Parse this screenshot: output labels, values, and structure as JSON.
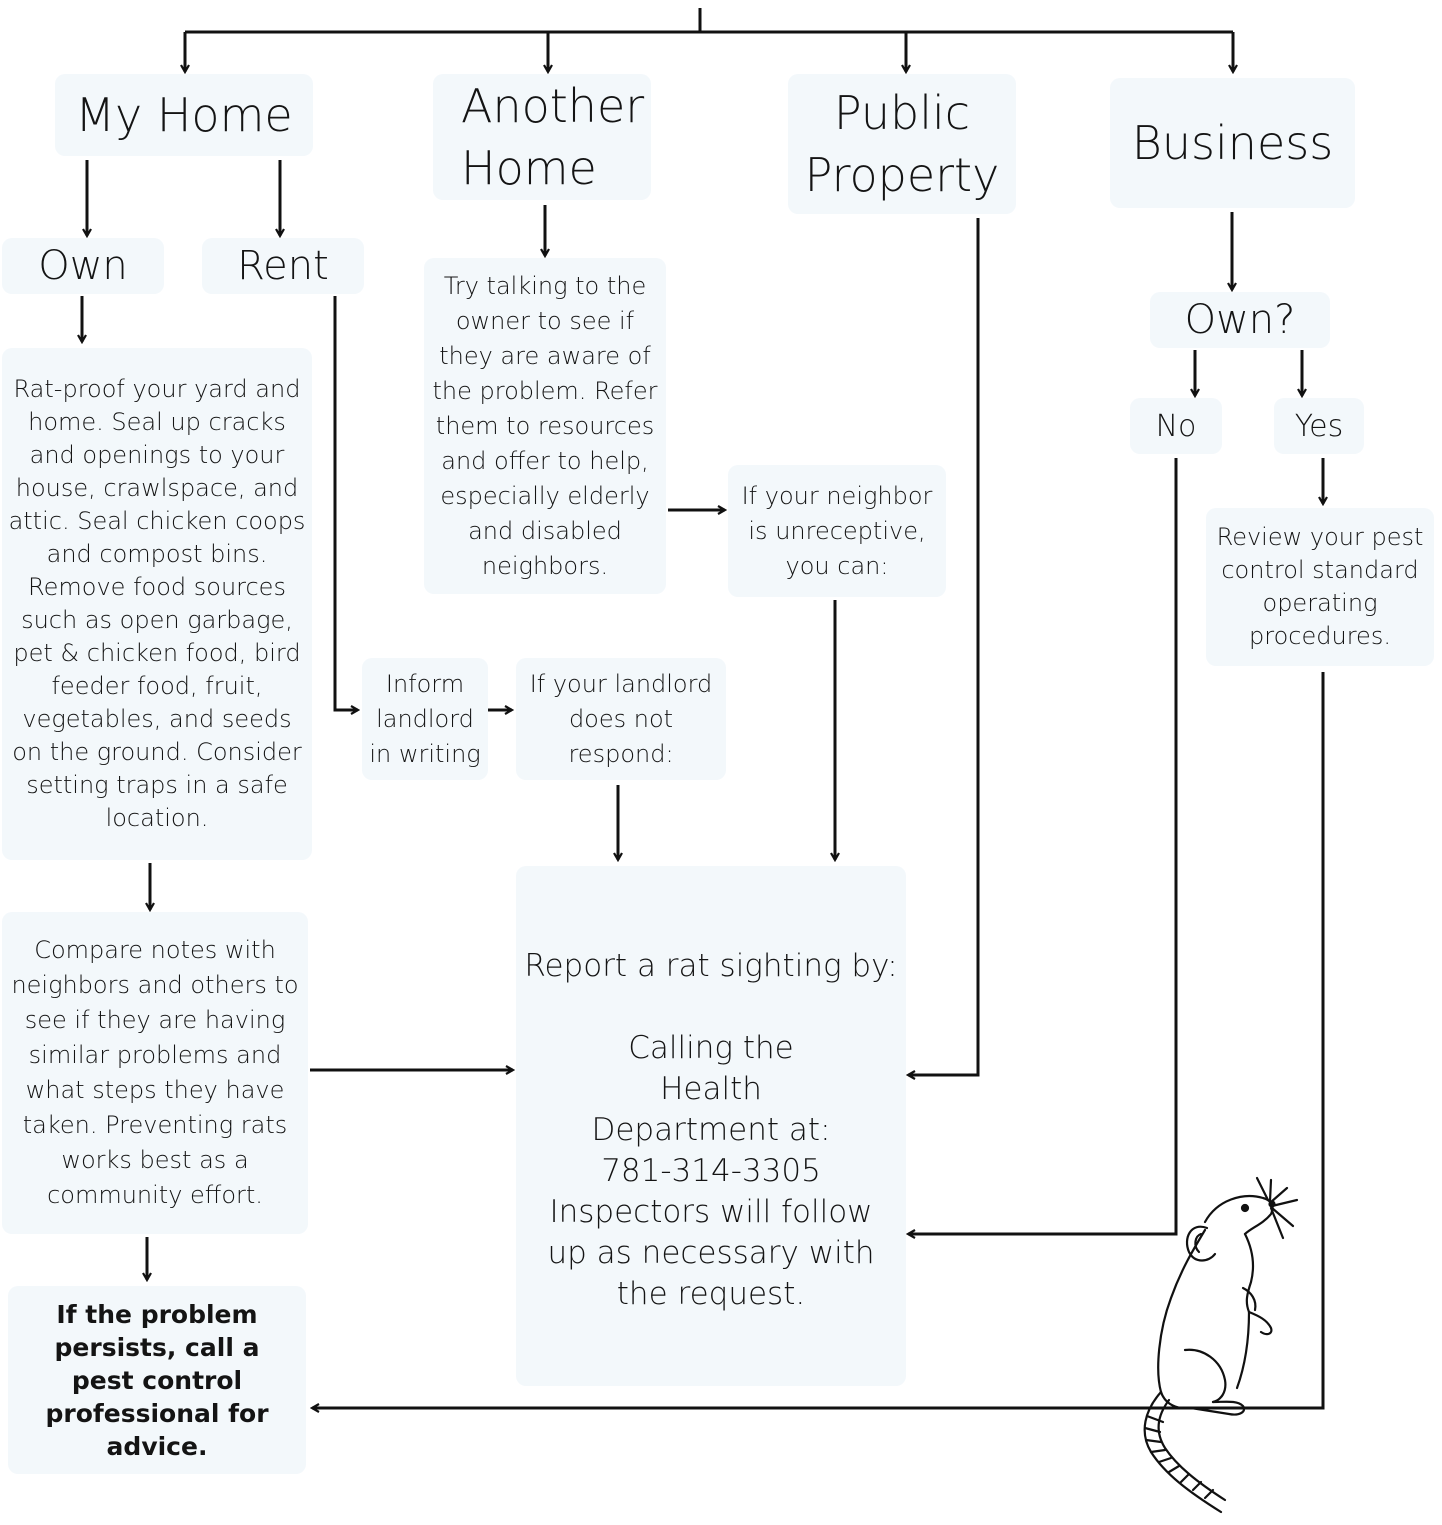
{
  "categories": {
    "my_home": "My Home",
    "another_home": [
      "Another",
      "Home"
    ],
    "public_property": [
      "Public",
      "Property"
    ],
    "business": "Business"
  },
  "my_home": {
    "own": "Own",
    "rent": "Rent",
    "own_advice": "Rat-proof your yard and home. Seal up cracks and openings to your house, crawlspace, and attic. Seal chicken coops and compost bins. Remove food sources such as open garbage, pet & chicken food, bird feeder food, fruit, vegetables, and seeds on the ground. Consider setting traps in a safe location.",
    "compare_notes": "Compare notes with neighbors and others to see if they are having similar problems and what steps they have taken. Preventing rats works best as a community effort.",
    "persists": "If the problem persists, call a pest control professional for advice.",
    "inform_landlord": "Inform landlord in writing",
    "landlord_no_response": "If your landlord does not respond:"
  },
  "another_home": {
    "talk_to_owner": "Try talking to the owner to see if they are aware of the problem. Refer them to resources and offer to help, especially elderly and disabled neighbors.",
    "unreceptive": "If your neighbor is unreceptive, you can:"
  },
  "business": {
    "own_question": "Own?",
    "no": "No",
    "yes": "Yes",
    "review_sop": "Review your pest control standard operating procedures."
  },
  "report": {
    "heading": "Report a rat sighting by:",
    "calling": "Calling the Health Department at:",
    "phone": "781-314-3305",
    "followup": "Inspectors will follow up as necessary with the request."
  },
  "colors": {
    "box_fill": "#f3f8fb",
    "line": "#111111"
  },
  "icons": {
    "illustration": "rat-illustration-icon"
  }
}
